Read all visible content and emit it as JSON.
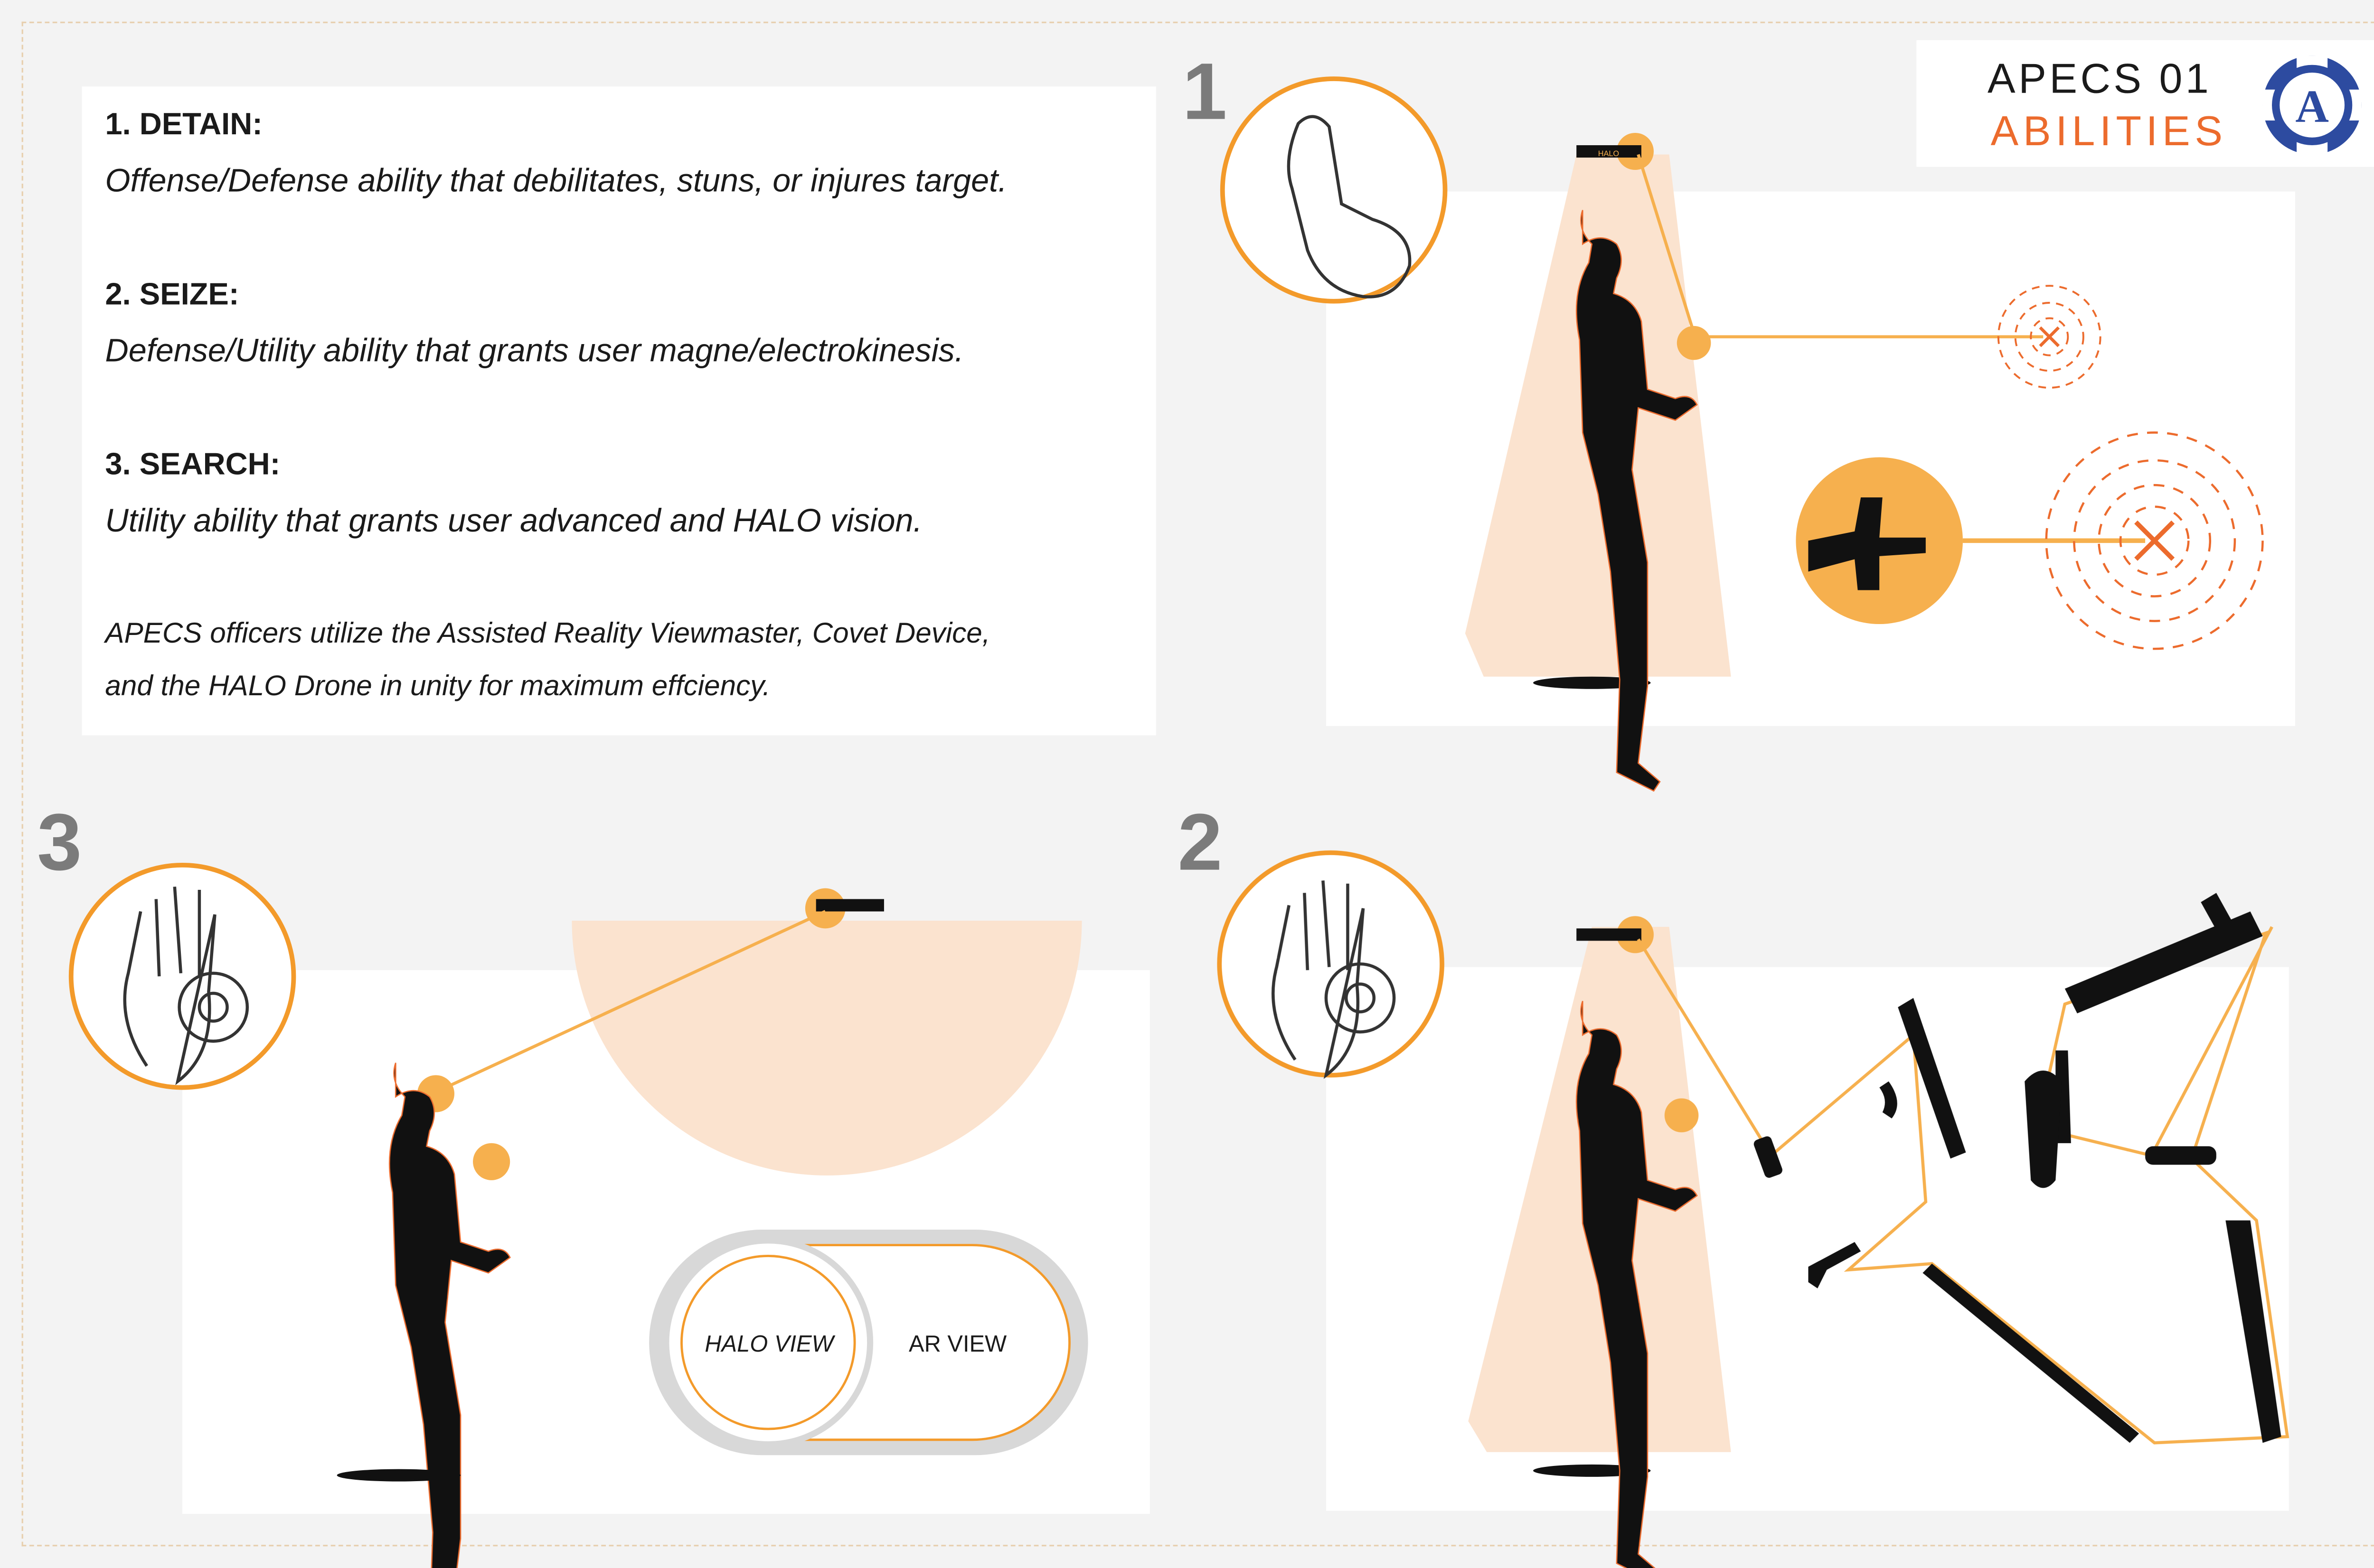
{
  "abilities": [
    {
      "title": "1. DETAIN:",
      "description": "Offense/Defense ability that debilitates, stuns, or injures target."
    },
    {
      "title": "2. SEIZE:",
      "description": "Defense/Utility ability that grants user magne/electrokinesis."
    },
    {
      "title": "3. SEARCH:",
      "description": "Utility ability that grants user advanced and HALO vision."
    }
  ],
  "note": {
    "line1": "APECS officers utilize the Assisted Reality Viewmaster, Covet Device,",
    "line2": "and the HALO Drone in unity for maximum effciency."
  },
  "header": {
    "title": "APECS 01",
    "subtitle": "ABILITIES",
    "logo_letter": "A"
  },
  "panels": {
    "num1": "1",
    "num2": "2",
    "num3": "3"
  },
  "toggle": {
    "halo_view": "HALO VIEW",
    "ar_view": "AR VIEW"
  },
  "drone_label": "HALO",
  "colors": {
    "accent": "#ec6b2d",
    "orange_fill": "#f6b04e",
    "cone": "#fbe3cf",
    "logo_blue": "#2d4ba0",
    "number_gray": "#7b7b7b"
  },
  "icons": [
    "covet-glove-icon",
    "palm-device-icon",
    "halo-drone-icon",
    "target-cross-icon",
    "weapon-silhouette-icon",
    "logo-badge-icon"
  ]
}
